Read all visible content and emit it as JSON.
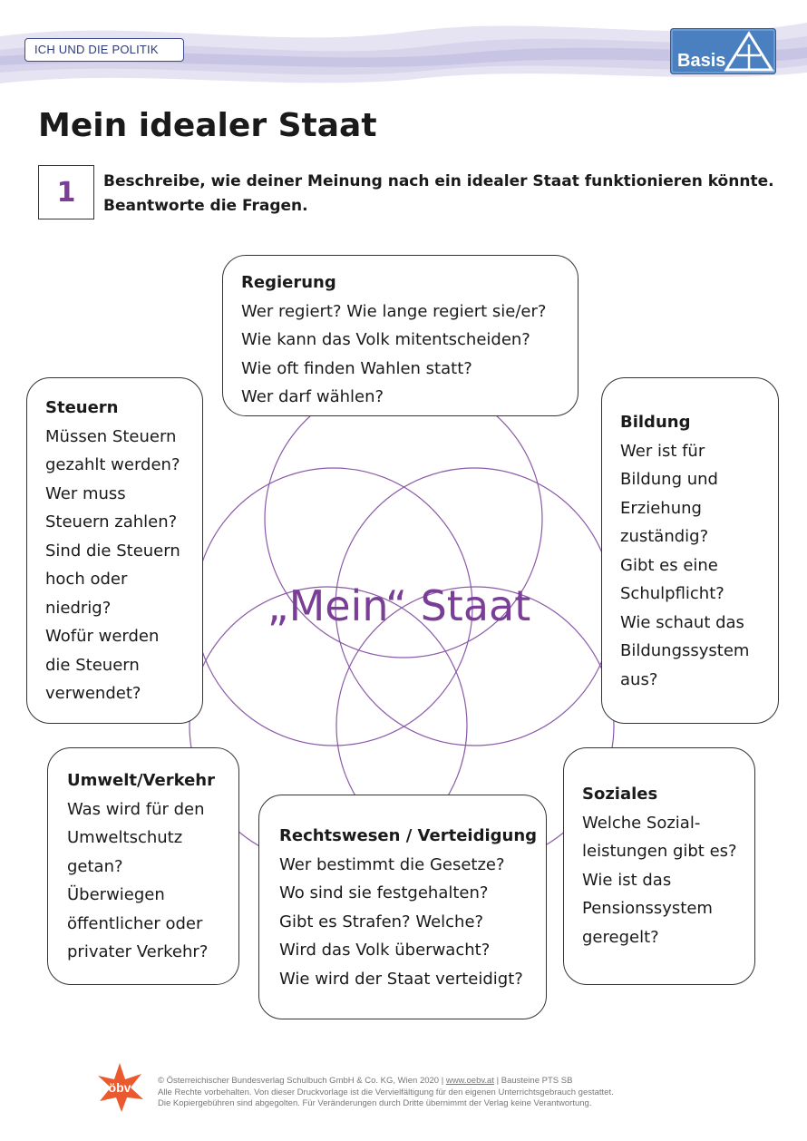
{
  "header": {
    "topic_label": "ICH UND DIE POLITIK",
    "logo_text": "Basis"
  },
  "title": "Mein idealer Staat",
  "task": {
    "number": "1",
    "lines": [
      "Beschreibe, wie deiner Meinung nach ein idealer Staat funktionieren könnte.",
      "Beantworte die Fragen."
    ]
  },
  "center_label": "„Mein“ Staat",
  "boxes": {
    "regierung": {
      "heading": "Regierung",
      "lines": [
        "Wer regiert? Wie lange regiert sie/er?",
        "Wie kann das Volk mitentscheiden?",
        "Wie oft finden Wahlen statt?",
        "Wer darf wählen?"
      ]
    },
    "steuern": {
      "heading": "Steuern",
      "lines": [
        "Müssen Steuern",
        "gezahlt werden?",
        "Wer muss",
        "Steuern zahlen?",
        "Sind die Steuern",
        "hoch oder",
        "niedrig?",
        "Wofür werden",
        "die Steuern",
        "verwendet?"
      ]
    },
    "bildung": {
      "heading": "Bildung",
      "lines": [
        "Wer ist für",
        "Bildung und",
        "Erziehung",
        "zuständig?",
        "Gibt es eine",
        "Schulpflicht?",
        "Wie schaut das",
        "Bildungssystem",
        "aus?"
      ]
    },
    "umwelt": {
      "heading": "Umwelt/Verkehr",
      "lines": [
        "Was wird für den",
        "Umweltschutz",
        "getan?",
        "Überwiegen",
        "öffentlicher oder",
        "privater Verkehr?"
      ]
    },
    "recht": {
      "heading": "Rechtswesen / Verteidigung",
      "lines": [
        "Wer bestimmt die Gesetze?",
        "Wo sind sie festgehalten?",
        "Gibt es Strafen? Welche?",
        "Wird das Volk überwacht?",
        "Wie wird der Staat verteidigt?"
      ]
    },
    "soziales": {
      "heading": "Soziales",
      "lines": [
        "Welche Sozial-",
        "leistungen gibt es?",
        "Wie ist das",
        "Pensionssystem",
        "geregelt?"
      ]
    }
  },
  "footer": {
    "logo_text": "öbv",
    "line1_a": "© Österreichischer Bundesverlag Schulbuch GmbH & Co. KG, Wien 2020 | ",
    "line1_link": "www.oebv.at",
    "line1_b": " | Bausteine PTS SB",
    "line2": "Alle Rechte vorbehalten. Von dieser Druckvorlage ist die Vervielfältigung für den eigenen Unterrichtsgebrauch gestattet.",
    "line3": "Die Kopiergebühren sind abgegolten. Für Veränderungen durch Dritte übernimmt der Verlag keine Verantwortung."
  },
  "colors": {
    "accent": "#7a3e96",
    "header_blue": "#2e3b78",
    "logo_blue": "#4a7fc0",
    "footer_orange": "#ea5a2e"
  }
}
